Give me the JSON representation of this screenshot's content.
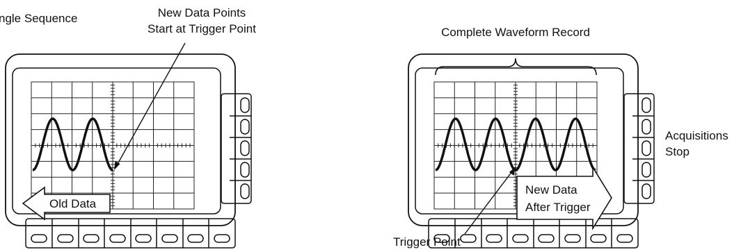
{
  "colors": {
    "ink": "#111111",
    "grid": "#222222",
    "background": "#ffffff"
  },
  "left_scope": {
    "caption": "ngle Sequence",
    "callout_line1": "New Data Points",
    "callout_line2": "Start at Trigger Point",
    "arrow_label": "Old Data",
    "side_buttons": 5,
    "bottom_buttons": 8
  },
  "right_scope": {
    "record_label": "Complete Waveform Record",
    "status_line1": "Acquisitions",
    "status_line2": "Stop",
    "arrow_line1": "New Data",
    "arrow_line2": "After Trigger",
    "trigger_label": "Trigger Point",
    "side_buttons": 5,
    "bottom_buttons": 8
  }
}
